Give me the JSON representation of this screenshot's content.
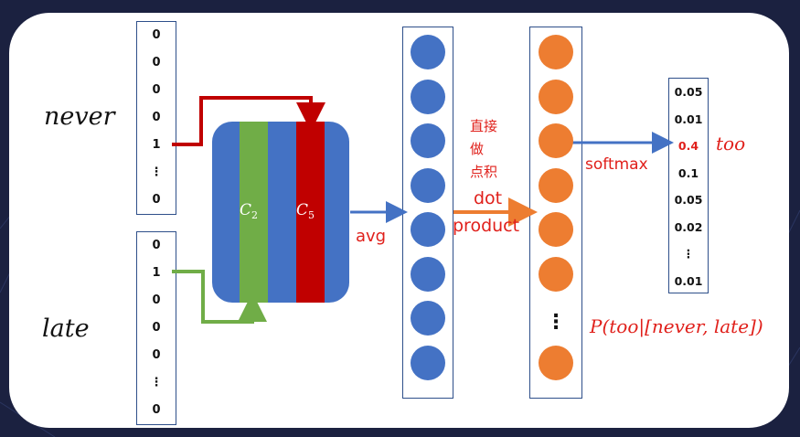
{
  "words": {
    "never": "never",
    "late": "late"
  },
  "never_vector": [
    "0",
    "0",
    "0",
    "0",
    "1",
    "⋮",
    "0"
  ],
  "late_vector": [
    "0",
    "1",
    "0",
    "0",
    "0",
    "⋮",
    "0"
  ],
  "output_vector": [
    "0.05",
    "0.01",
    "0.4",
    "0.1",
    "0.05",
    "0.02",
    "⋮",
    "0.01"
  ],
  "conv_labels": {
    "c2_base": "C",
    "c2_sub": "2",
    "c5_base": "C",
    "c5_sub": "5"
  },
  "avg_label": "avg",
  "dot_label_zh": [
    "直接",
    "做",
    "点积"
  ],
  "dot_label_en": [
    "dot",
    "product"
  ],
  "softmax_label": "softmax",
  "target_word": "too",
  "ellipsis": "⋮",
  "probability_label": "P(too|[never, late])",
  "colors": {
    "blue": "#4472c4",
    "green": "#70ad47",
    "red": "#c00000",
    "orange": "#ed7d31",
    "label_red": "#e0201b",
    "background": "#1b2140"
  },
  "highlight_index": 2
}
